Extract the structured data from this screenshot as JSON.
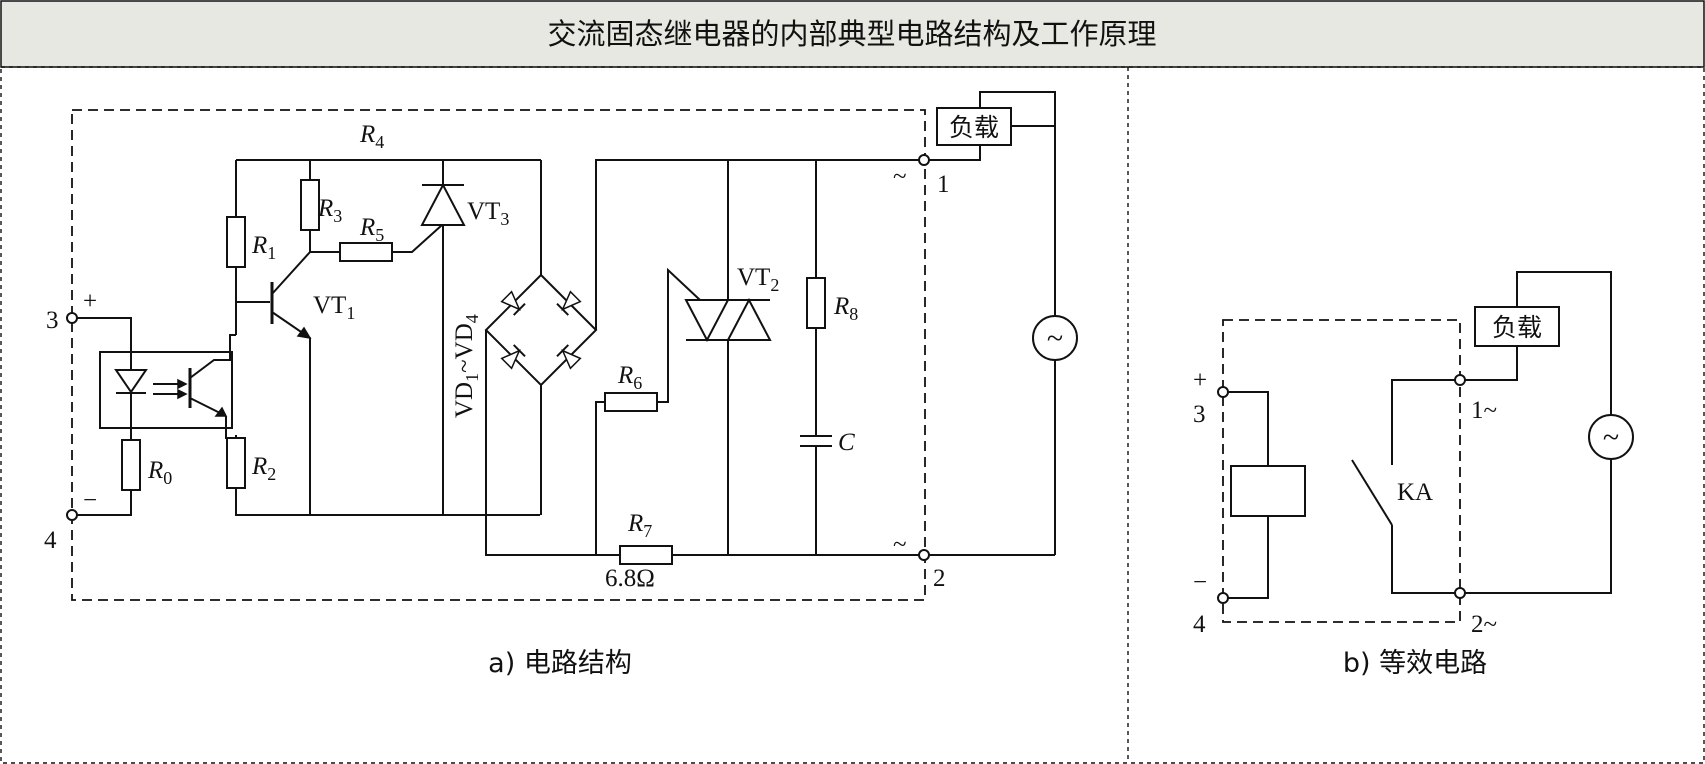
{
  "title": "交流固态继电器的内部典型电路结构及工作原理",
  "panel_a": {
    "caption": "a) 电路结构",
    "terminals": {
      "t3": "3",
      "t4": "4",
      "t1": "1",
      "t2": "2",
      "plus": "+",
      "minus": "−",
      "tilde": "~"
    },
    "components": {
      "r0": "R",
      "r0_sub": "0",
      "r1": "R",
      "r1_sub": "1",
      "r2": "R",
      "r2_sub": "2",
      "r3": "R",
      "r3_sub": "3",
      "r4": "R",
      "r4_sub": "4",
      "r5": "R",
      "r5_sub": "5",
      "r6": "R",
      "r6_sub": "6",
      "r7": "R",
      "r7_sub": "7",
      "r7_value": "6.8Ω",
      "r8": "R",
      "r8_sub": "8",
      "c": "C",
      "vt1": "VT",
      "vt1_sub": "1",
      "vt2": "VT",
      "vt2_sub": "2",
      "vt3": "VT",
      "vt3_sub": "3",
      "bridge": "VD",
      "bridge_sub1": "1",
      "bridge_mid": "~VD",
      "bridge_sub2": "4"
    },
    "load": "负载",
    "source": "~"
  },
  "panel_b": {
    "caption": "b) 等效电路",
    "terminals": {
      "t3": "3",
      "t4": "4",
      "t1": "1~",
      "t2": "2~",
      "plus": "+",
      "minus": "−"
    },
    "relay": "KA",
    "load": "负载",
    "source": "~"
  }
}
